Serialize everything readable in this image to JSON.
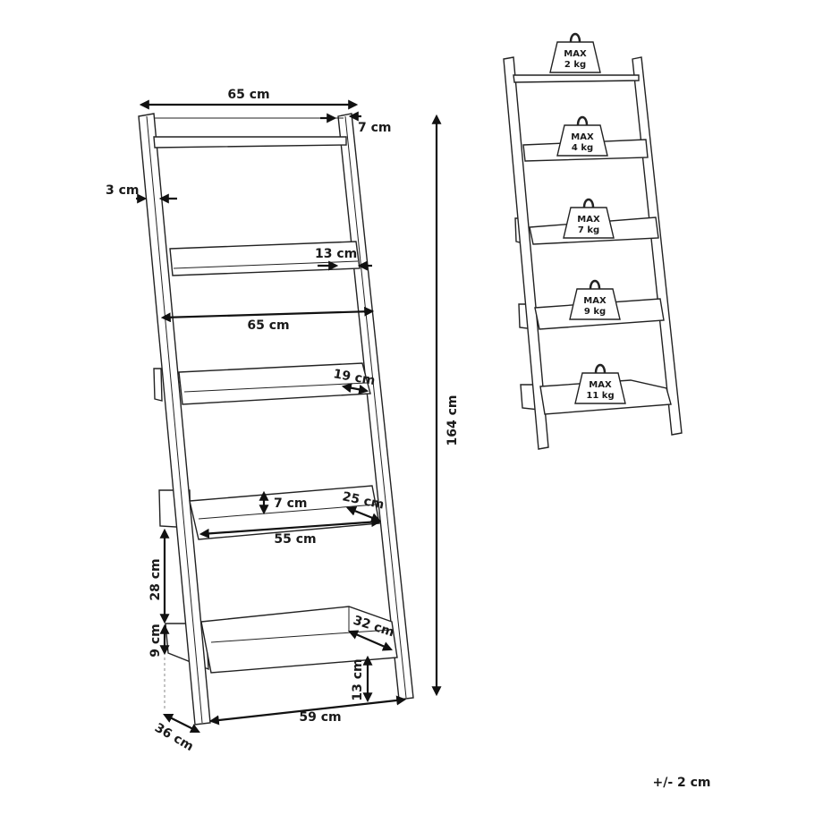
{
  "diagram": {
    "type": "product-dimension-drawing",
    "subject": "5-tier ladder shelf",
    "main_view": {
      "dimensions": {
        "top_width": "65 cm",
        "upright_depth_top": "7 cm",
        "upright_thickness": "3 cm",
        "shelf2_depth": "13 cm",
        "shelf2_width": "65 cm",
        "shelf3_depth": "19 cm",
        "shelf4_lip_height": "7 cm",
        "shelf4_depth": "25 cm",
        "shelf4_width": "55 cm",
        "gap_height": "28 cm",
        "bottom_shelf_height": "9 cm",
        "bottom_shelf_depth": "32 cm",
        "bottom_clearance": "13 cm",
        "base_width": "59 cm",
        "base_depth": "36 cm",
        "total_height": "164 cm"
      }
    },
    "load_view": {
      "weights": [
        {
          "top": "MAX",
          "bottom": "2 kg"
        },
        {
          "top": "MAX",
          "bottom": "4 kg"
        },
        {
          "top": "MAX",
          "bottom": "7 kg"
        },
        {
          "top": "MAX",
          "bottom": "9 kg"
        },
        {
          "top": "MAX",
          "bottom": "11 kg"
        }
      ]
    },
    "tolerance": "+/- 2 cm"
  }
}
